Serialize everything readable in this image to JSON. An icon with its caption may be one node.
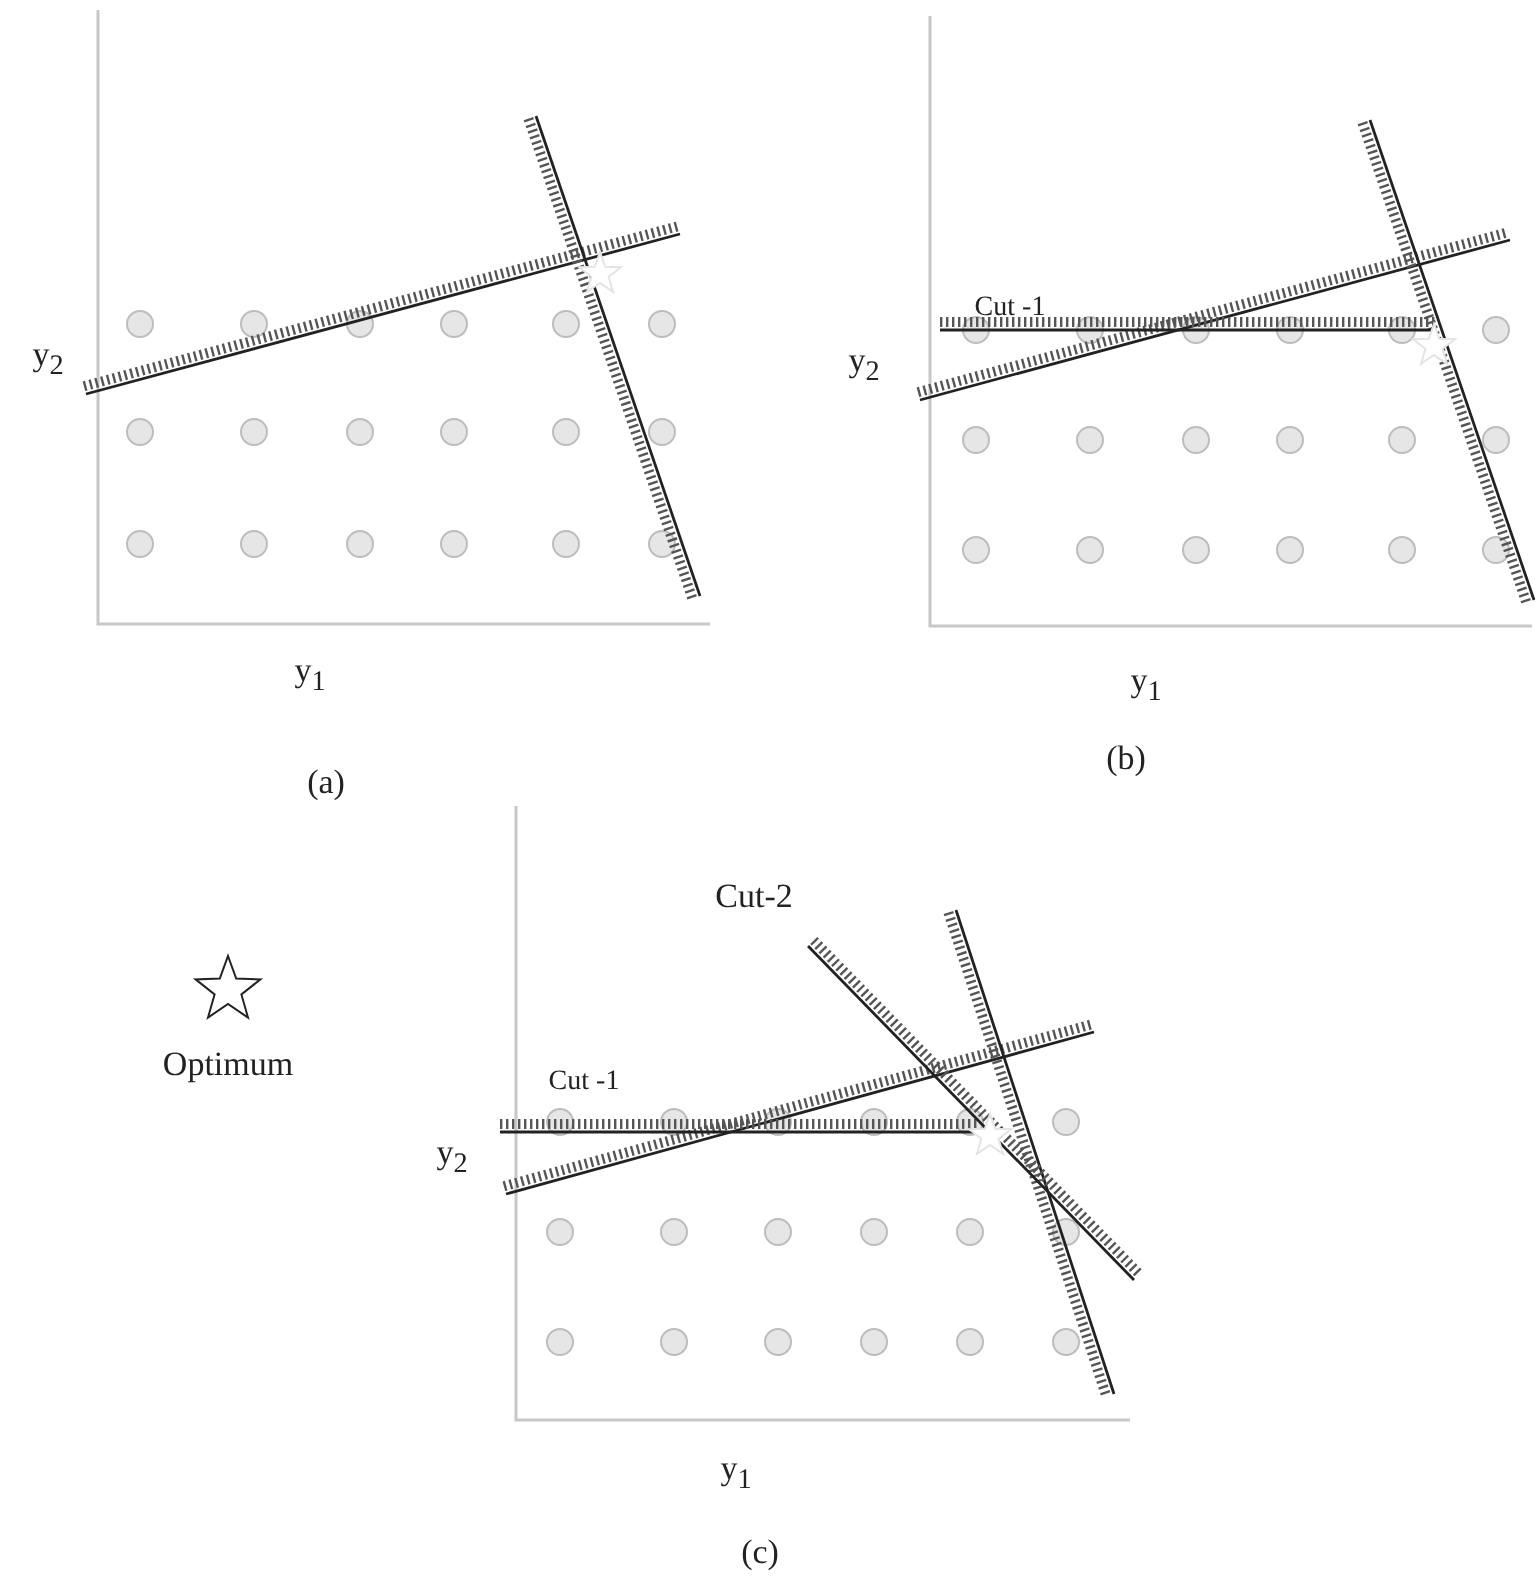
{
  "diagram": {
    "labels": [
      "y$_{2}$",
      "y$_{1}$",
      "(a)",
      "Cut -1",
      "y$_{2}$",
      "y$_{1}$",
      "(b)",
      "Cut-2",
      "Cut -1",
      "y$_{2}$",
      "y$_{1}$",
      "(c)"
    ],
    "legend": [
      {
        "text": "Optimum"
      }
    ]
  }
}
